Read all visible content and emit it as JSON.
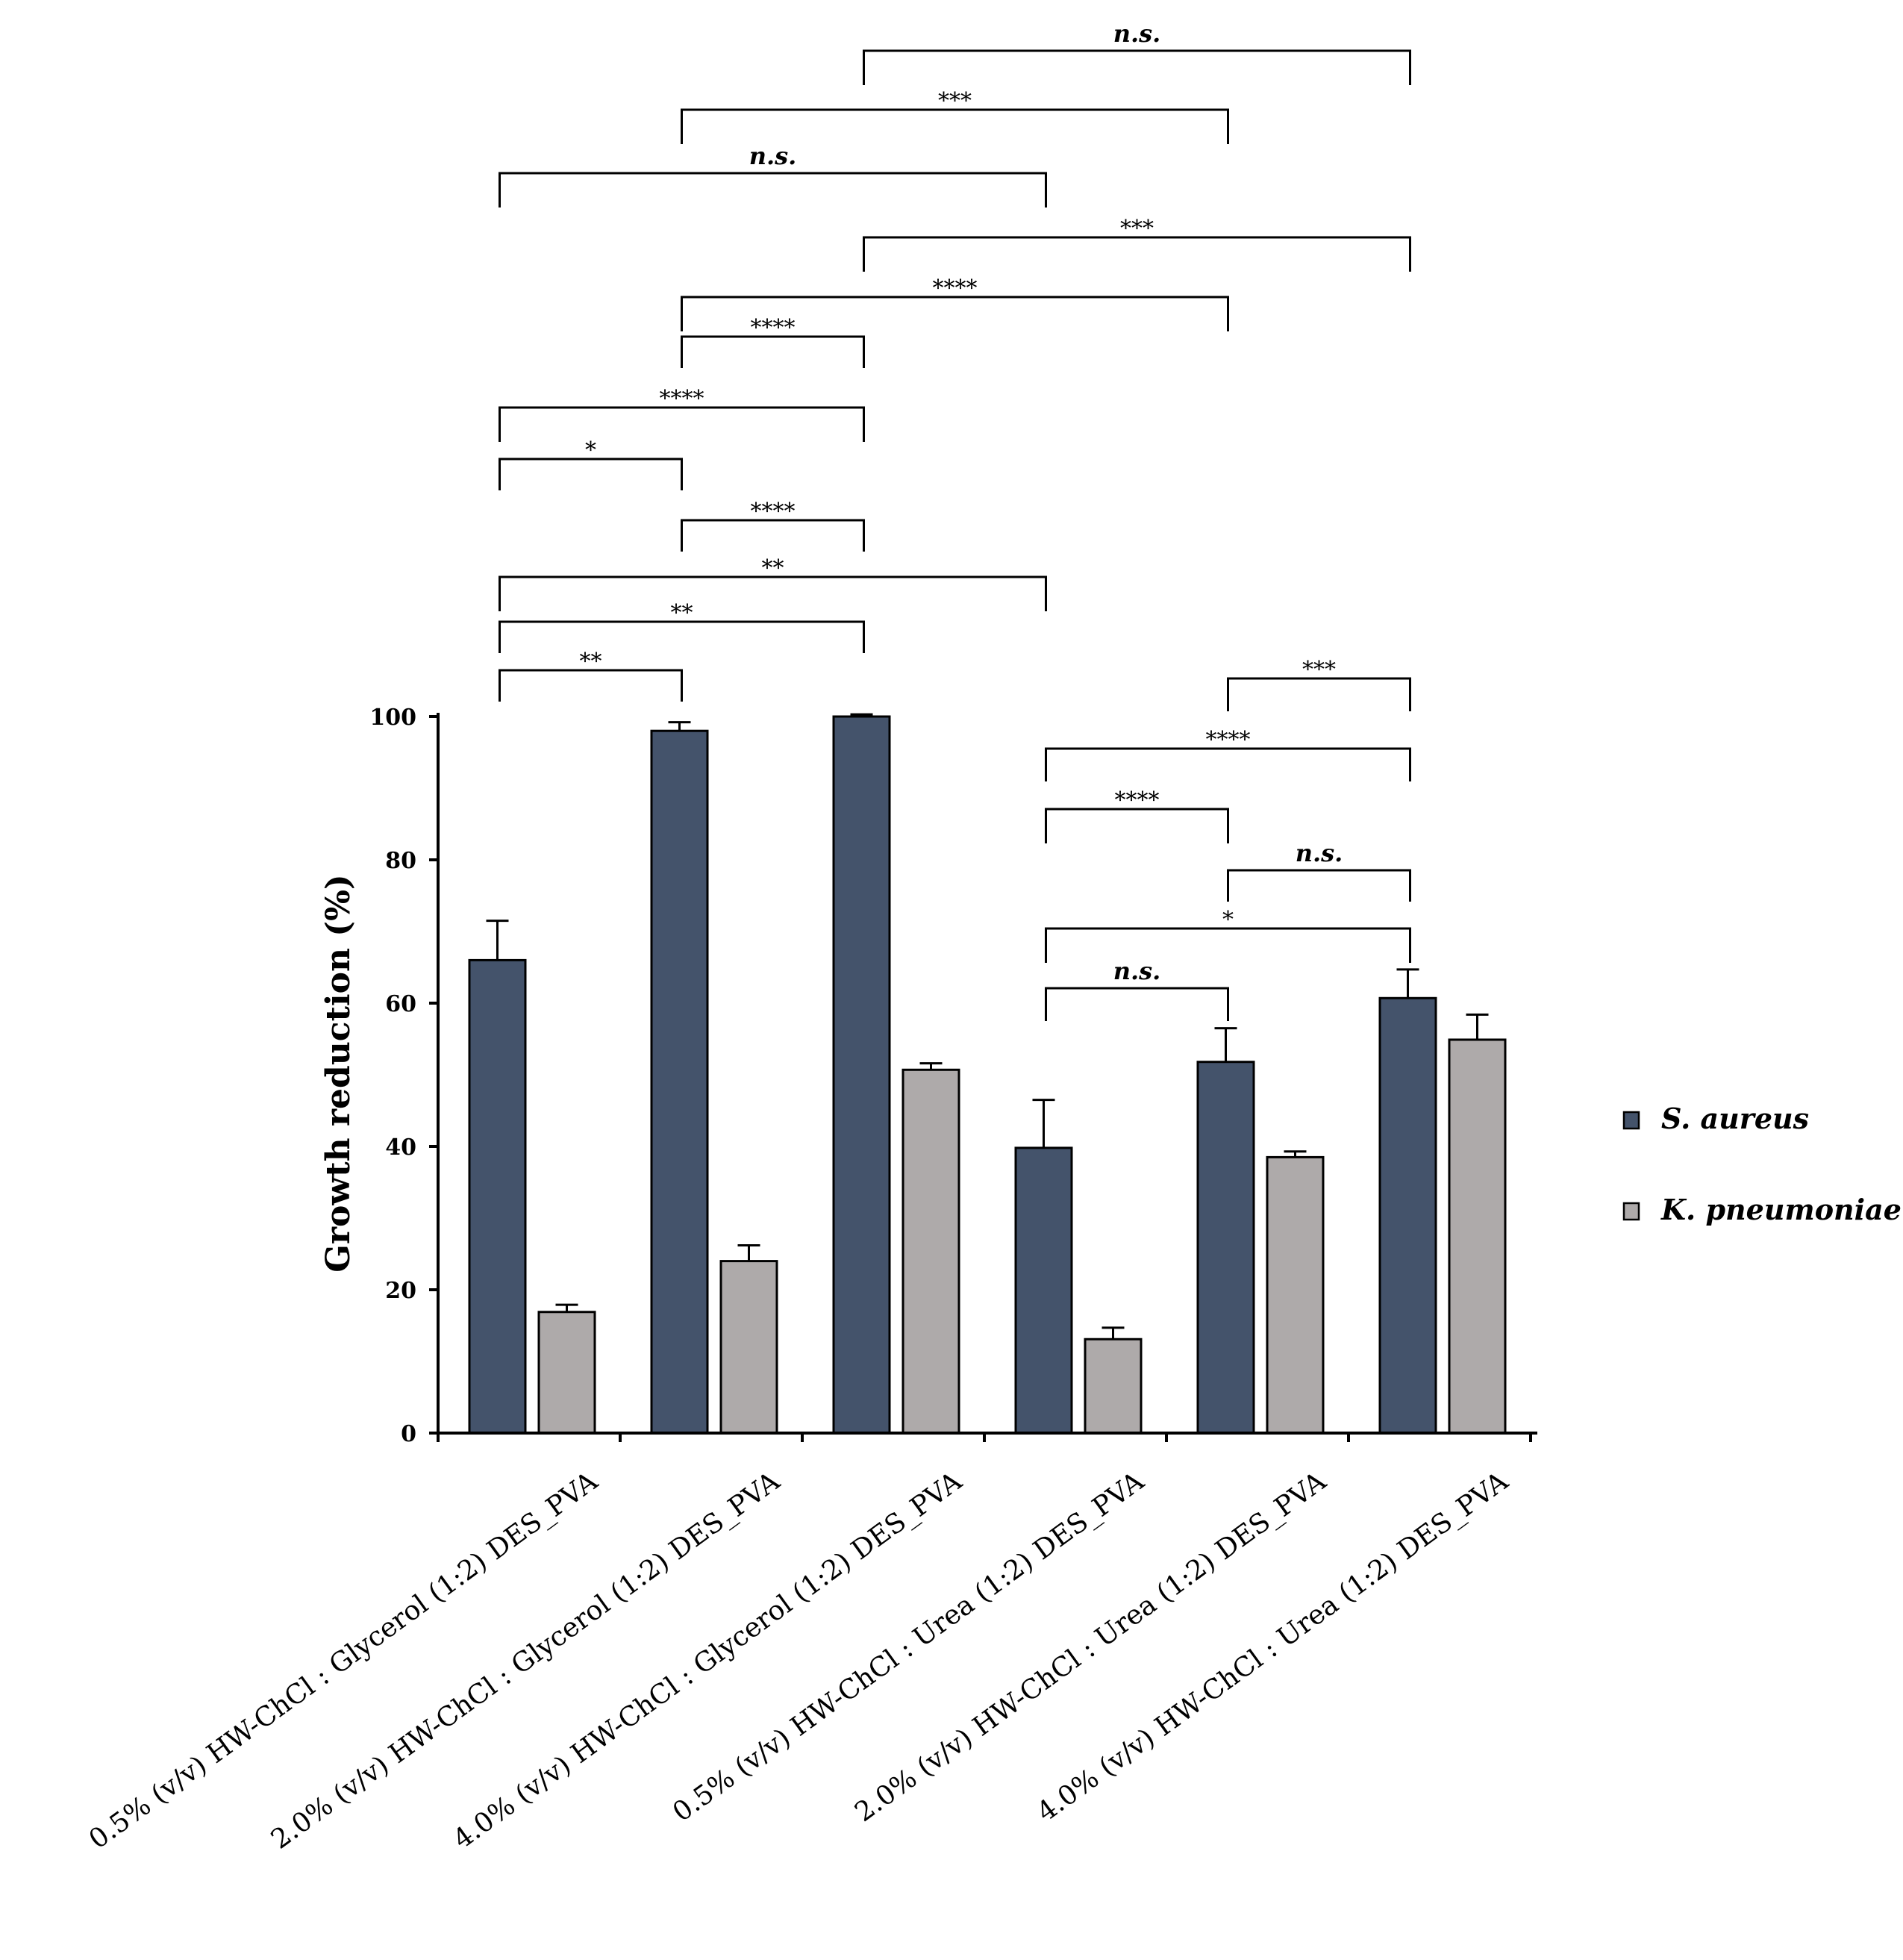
{
  "chart_data": {
    "type": "bar",
    "title": "",
    "xlabel": "",
    "ylabel": "Growth reduction (%)",
    "ylim": [
      0,
      100
    ],
    "yticks": [
      "0",
      "20",
      "40",
      "60",
      "80",
      "100"
    ],
    "grid": false,
    "legend_position": "right",
    "categories": [
      "0.5% (v/v) HW-ChCl : Glycerol (1:2) DES_PVA",
      "2.0% (v/v) HW-ChCl : Glycerol (1:2) DES_PVA",
      "4.0% (v/v) HW-ChCl : Glycerol (1:2) DES_PVA",
      "0.5% (v/v) HW-ChCl : Urea (1:2) DES_PVA",
      "2.0% (v/v) HW-ChCl : Urea (1:2) DES_PVA",
      "4.0% (v/v) HW-ChCl : Urea (1:2) DES_PVA"
    ],
    "series": [
      {
        "name": "S. aureus",
        "color": "#44536b",
        "values": [
          66,
          98,
          100,
          39.8,
          51.8,
          60.7
        ],
        "errors": [
          5.5,
          1.2,
          0.3,
          6.7,
          4.7,
          4.0
        ]
      },
      {
        "name": "K. pneumoniae",
        "color": "#aeaaaa",
        "values": [
          16.9,
          24.0,
          50.7,
          13.1,
          38.5,
          54.9
        ],
        "errors": [
          1.0,
          2.2,
          0.9,
          1.6,
          0.8,
          3.5
        ]
      }
    ],
    "significance_upper": [
      {
        "from": 2,
        "to": 5,
        "label": "n.s."
      },
      {
        "from": 1,
        "to": 4,
        "label": "***"
      },
      {
        "from": 0,
        "to": 3,
        "label": "n.s."
      },
      {
        "from": 2,
        "to": 5,
        "label": "***"
      },
      {
        "from": 1,
        "to": 4,
        "label": "****"
      },
      {
        "from": 1,
        "to": 2,
        "label": "****"
      },
      {
        "from": 0,
        "to": 2,
        "label": "****"
      },
      {
        "from": 0,
        "to": 1,
        "label": "*"
      },
      {
        "from": 1,
        "to": 2,
        "label": "****"
      },
      {
        "from": 0,
        "to": 3,
        "label": "**"
      },
      {
        "from": 0,
        "to": 2,
        "label": "**"
      },
      {
        "from": 0,
        "to": 1,
        "label": "**"
      }
    ],
    "significance_lower": [
      {
        "from": 4,
        "to": 5,
        "label": "***"
      },
      {
        "from": 3,
        "to": 5,
        "label": "****"
      },
      {
        "from": 3,
        "to": 4,
        "label": "****"
      },
      {
        "from": 4,
        "to": 5,
        "label": "n.s."
      },
      {
        "from": 3,
        "to": 5,
        "label": "*"
      },
      {
        "from": 3,
        "to": 4,
        "label": "n.s."
      }
    ]
  }
}
